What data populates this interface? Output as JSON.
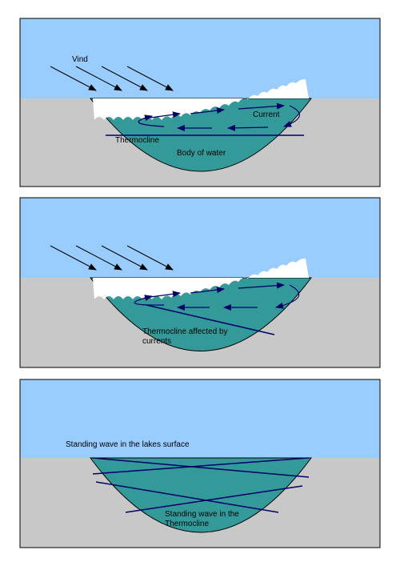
{
  "colors": {
    "sky": "#99ccff",
    "ground": "#c8c8c8",
    "water": "#339999",
    "arrow": "#000066",
    "frame": "#000000"
  },
  "panel1": {
    "wind_label": "Vind",
    "current_label": "Current",
    "thermocline_label": "Thermocline",
    "water_label": "Body of water"
  },
  "panel2": {
    "thermocline_label_line1": "Thermocline affected by",
    "thermocline_label_line2": "currents"
  },
  "panel3": {
    "surface_label": "Standing wave in the lakes surface",
    "thermocline_label_line1": "Standing wave in the",
    "thermocline_label_line2": "Thermocline"
  }
}
